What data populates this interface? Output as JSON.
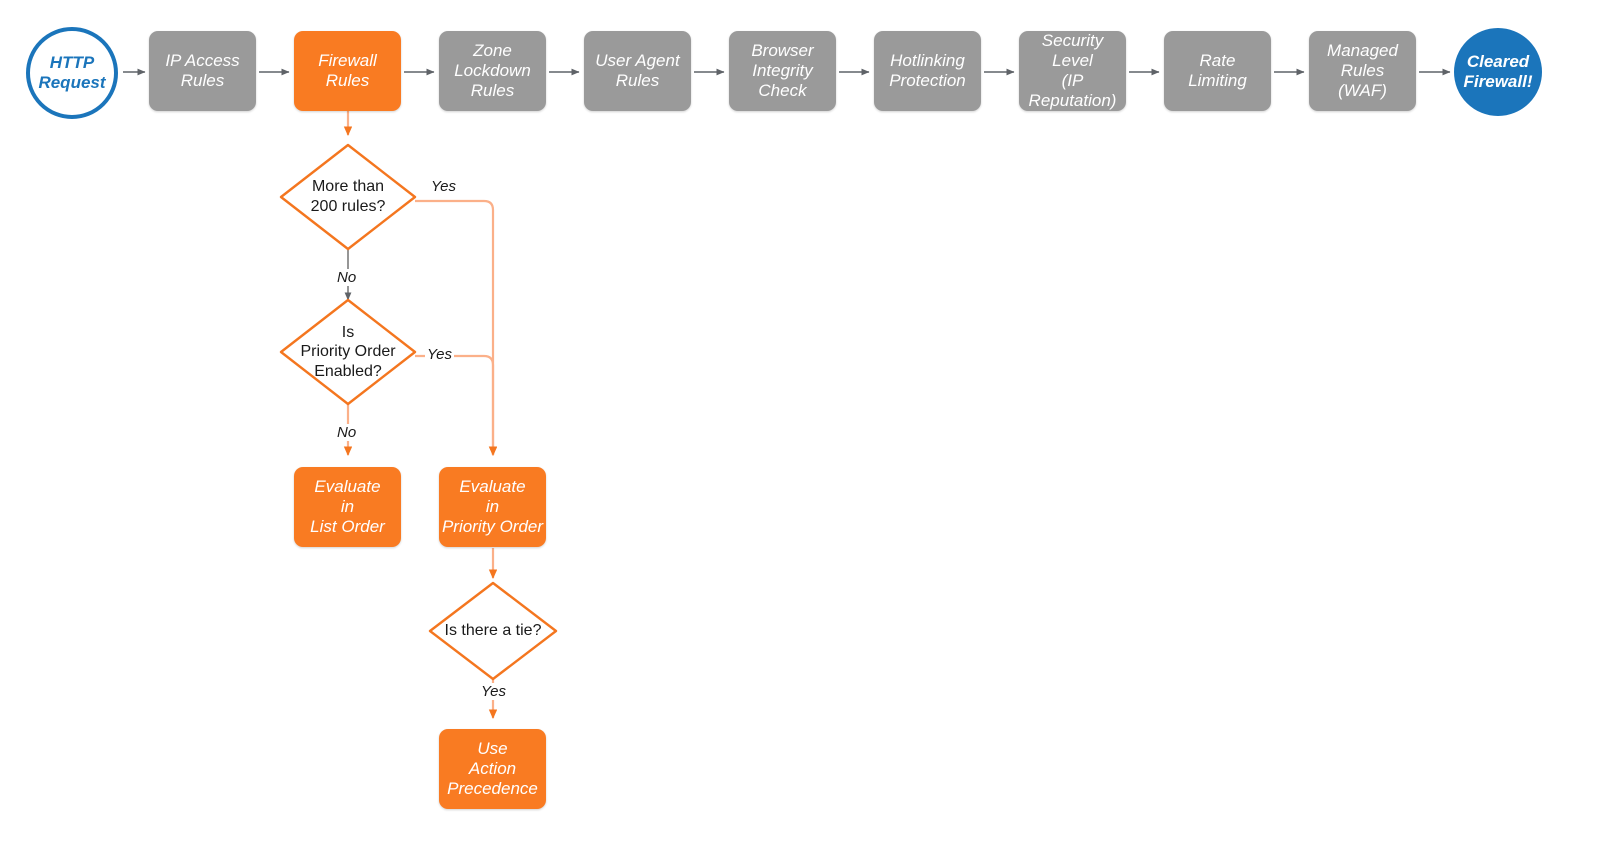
{
  "diagram": {
    "title": "Cloudflare Firewall Rules evaluation order flowchart",
    "colors": {
      "gray_fill": "#9a9a9a",
      "orange_fill": "#f97b22",
      "orange_stroke": "#f4761f",
      "orange_edge": "#fbb089",
      "blue": "#1b75bb",
      "gray_edge": "#5f6368",
      "text_dark": "#1a1a1a",
      "white": "#ffffff"
    },
    "pipeline": [
      {
        "id": "http-request",
        "type": "terminal-start",
        "label": "HTTP\nRequest"
      },
      {
        "id": "ip-access-rules",
        "type": "process",
        "style": "gray",
        "label": "IP Access\nRules"
      },
      {
        "id": "firewall-rules",
        "type": "process",
        "style": "orange",
        "label": "Firewall\nRules"
      },
      {
        "id": "zone-lockdown-rules",
        "type": "process",
        "style": "gray",
        "label": "Zone\nLockdown\nRules"
      },
      {
        "id": "user-agent-rules",
        "type": "process",
        "style": "gray",
        "label": "User Agent\nRules"
      },
      {
        "id": "browser-integrity-check",
        "type": "process",
        "style": "gray",
        "label": "Browser\nIntegrity\nCheck"
      },
      {
        "id": "hotlinking-protection",
        "type": "process",
        "style": "gray",
        "label": "Hotlinking\nProtection"
      },
      {
        "id": "security-level",
        "type": "process",
        "style": "gray",
        "label": "Security\nLevel\n(IP Reputation)"
      },
      {
        "id": "rate-limiting",
        "type": "process",
        "style": "gray",
        "label": "Rate\nLimiting"
      },
      {
        "id": "managed-rules-waf",
        "type": "process",
        "style": "gray",
        "label": "Managed\nRules\n(WAF)"
      },
      {
        "id": "cleared-firewall",
        "type": "terminal-end",
        "label": "Cleared\nFirewall!"
      }
    ],
    "decisions": [
      {
        "id": "more-than-200-rules",
        "label": "More than\n200 rules?"
      },
      {
        "id": "is-priority-order-enabled",
        "label": "Is\nPriority Order\nEnabled?"
      },
      {
        "id": "is-there-a-tie",
        "label": "Is there a tie?"
      }
    ],
    "outcomes": [
      {
        "id": "evaluate-in-list-order",
        "label": "Evaluate\nin\nList Order"
      },
      {
        "id": "evaluate-in-priority-order",
        "label": "Evaluate\nin\nPriority Order"
      },
      {
        "id": "use-action-precedence",
        "label": "Use\nAction\nPrecedence"
      }
    ],
    "edge_labels": {
      "rules_yes": "Yes",
      "rules_no": "No",
      "priority_yes": "Yes",
      "priority_no": "No",
      "tie_yes": "Yes"
    }
  }
}
